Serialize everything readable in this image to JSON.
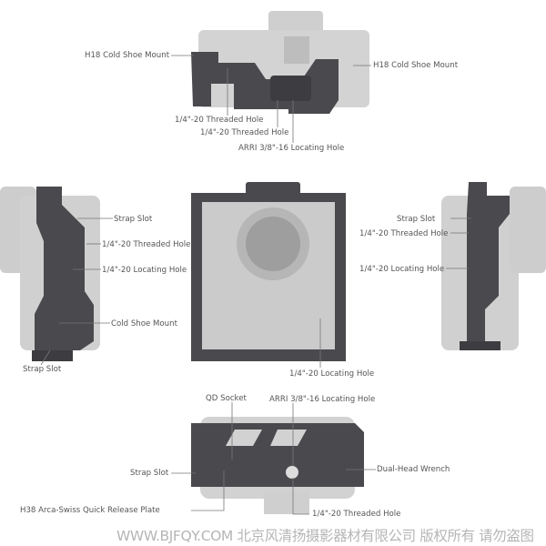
{
  "views": {
    "top": {
      "labels": [
        "H18 Cold Shoe Mount",
        "H18 Cold Shoe Mount",
        "1/4\"-20 Threaded Hole",
        "1/4\"-20 Threaded Hole",
        "ARRI 3/8\"-16 Locating Hole"
      ]
    },
    "left": {
      "labels": [
        "Strap Slot",
        "1/4\"-20 Threaded Hole",
        "1/4\"-20 Locating Hole",
        "Cold Shoe Mount",
        "Strap Slot"
      ]
    },
    "front": {
      "labels": [
        "1/4\"-20 Locating Hole"
      ]
    },
    "right": {
      "labels": [
        "Strap Slot",
        "1/4\"-20 Threaded Hole",
        "1/4\"-20 Locating Hole"
      ]
    },
    "bottom": {
      "labels": [
        "QD Socket",
        "ARRI 3/8\"-16 Locating Hole",
        "Strap Slot",
        "Dual-Head Wrench",
        "H38 Arca-Swiss Quick Release Plate",
        "1/4\"-20 Threaded Hole"
      ]
    }
  },
  "watermark": "WWW.BJFQY.COM 北京风清扬摄影器材有限公司 版权所有 请勿盗图",
  "colors": {
    "camera": "#c8c8c8",
    "cage": "#4a4a4e",
    "label": "#555555",
    "leader": "#777777"
  }
}
